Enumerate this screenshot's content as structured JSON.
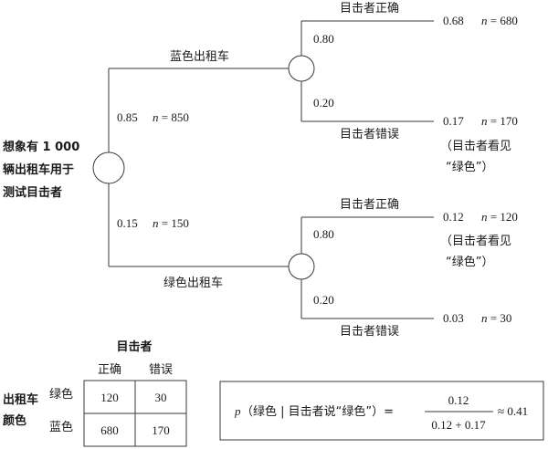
{
  "root": {
    "lines": [
      "想象有 1 000",
      "辆出租车用于",
      "测试目击者"
    ]
  },
  "branches": {
    "blue": {
      "label": "蓝色出租车",
      "prob": "0.85",
      "n_label": "n",
      "n_value": "= 850",
      "correct": {
        "label": "目击者正确",
        "prob": "0.80",
        "result": "0.68",
        "n_label": "n",
        "n_value": "= 680"
      },
      "wrong": {
        "label": "目击者错误",
        "prob": "0.20",
        "result": "0.17",
        "n_label": "n",
        "n_value": "= 170",
        "note": [
          "（目击者看见",
          "“绿色”）"
        ]
      }
    },
    "green": {
      "label": "绿色出租车",
      "prob": "0.15",
      "n_label": "n",
      "n_value": "= 150",
      "correct": {
        "label": "目击者正确",
        "prob": "0.80",
        "result": "0.12",
        "n_label": "n",
        "n_value": "= 120",
        "note": [
          "（目击者看见",
          "“绿色”）"
        ]
      },
      "wrong": {
        "label": "目击者错误",
        "prob": "0.20",
        "result": "0.03",
        "n_label": "n",
        "n_value": "= 30"
      }
    }
  },
  "table": {
    "col_title": "目击者",
    "col_headers": [
      "正确",
      "错误"
    ],
    "row_title": [
      "出租车",
      "颜色"
    ],
    "rows": [
      {
        "label": "绿色",
        "cells": [
          "120",
          "30"
        ]
      },
      {
        "label": "蓝色",
        "cells": [
          "680",
          "170"
        ]
      }
    ]
  },
  "formula": {
    "lhs_symbol": "p",
    "lhs_body": "（绿色 | 目击者说“绿色”）=",
    "numerator": "0.12",
    "denominator": "0.12 + 0.17",
    "approx": "≈ 0.41"
  }
}
